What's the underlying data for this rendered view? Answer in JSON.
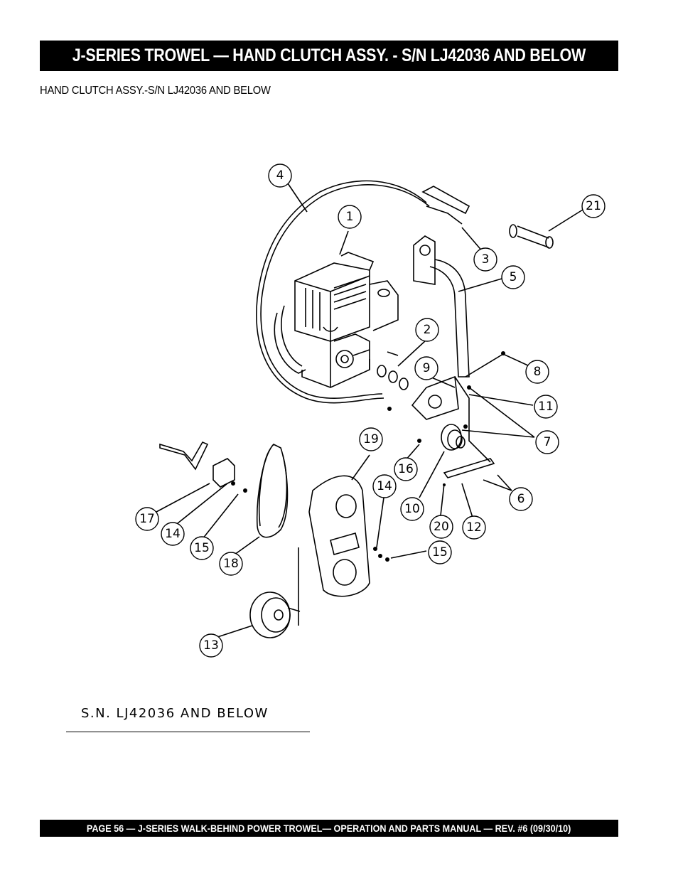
{
  "header": {
    "title": "J-SERIES TROWEL — HAND CLUTCH ASSY. - S/N LJ42036 AND BELOW"
  },
  "subtitle": "HAND CLUTCH ASSY.-S/N LJ42036 AND BELOW",
  "diagram": {
    "callouts": [
      "4",
      "1",
      "21",
      "3",
      "5",
      "2",
      "9",
      "8",
      "11",
      "7",
      "19",
      "16",
      "14",
      "10",
      "6",
      "17",
      "14",
      "15",
      "20",
      "12",
      "15",
      "18",
      "13"
    ],
    "serial_label": "S.N. LJ42036 AND BELOW"
  },
  "footer": {
    "text": "PAGE 56 — J-SERIES  WALK-BEHIND POWER TROWEL— OPERATION AND PARTS MANUAL — REV. #6 (09/30/10)"
  }
}
